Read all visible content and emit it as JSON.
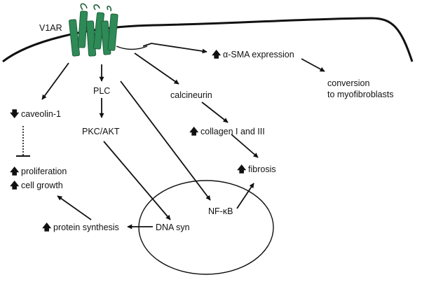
{
  "colors": {
    "receptor": "#2e8b57",
    "receptor_dark": "#1f5e3a",
    "stroke": "#111111",
    "background": "#ffffff"
  },
  "icons": {
    "increase": "up-arrow-icon",
    "decrease": "down-arrow-icon",
    "inhibition": "inhibition-tbar-icon"
  },
  "receptor": {
    "label": "V1AR"
  },
  "nodes": {
    "plc": "PLC",
    "pkc_akt": "PKC/AKT",
    "calcineurin": "calcineurin",
    "caveolin": "caveolin-1",
    "proliferation": "proliferation",
    "cell_growth": "cell growth",
    "protein_synthesis": "protein synthesis",
    "dna_syn": "DNA syn",
    "nfkb": "NF-κB",
    "collagen": "collagen I and III",
    "fibrosis": "fibrosis",
    "asma": "α-SMA expression",
    "conversion_line1": "conversion",
    "conversion_line2": "to myofibroblasts"
  },
  "glyphs": {
    "up": "🡅",
    "down": "🡇"
  }
}
